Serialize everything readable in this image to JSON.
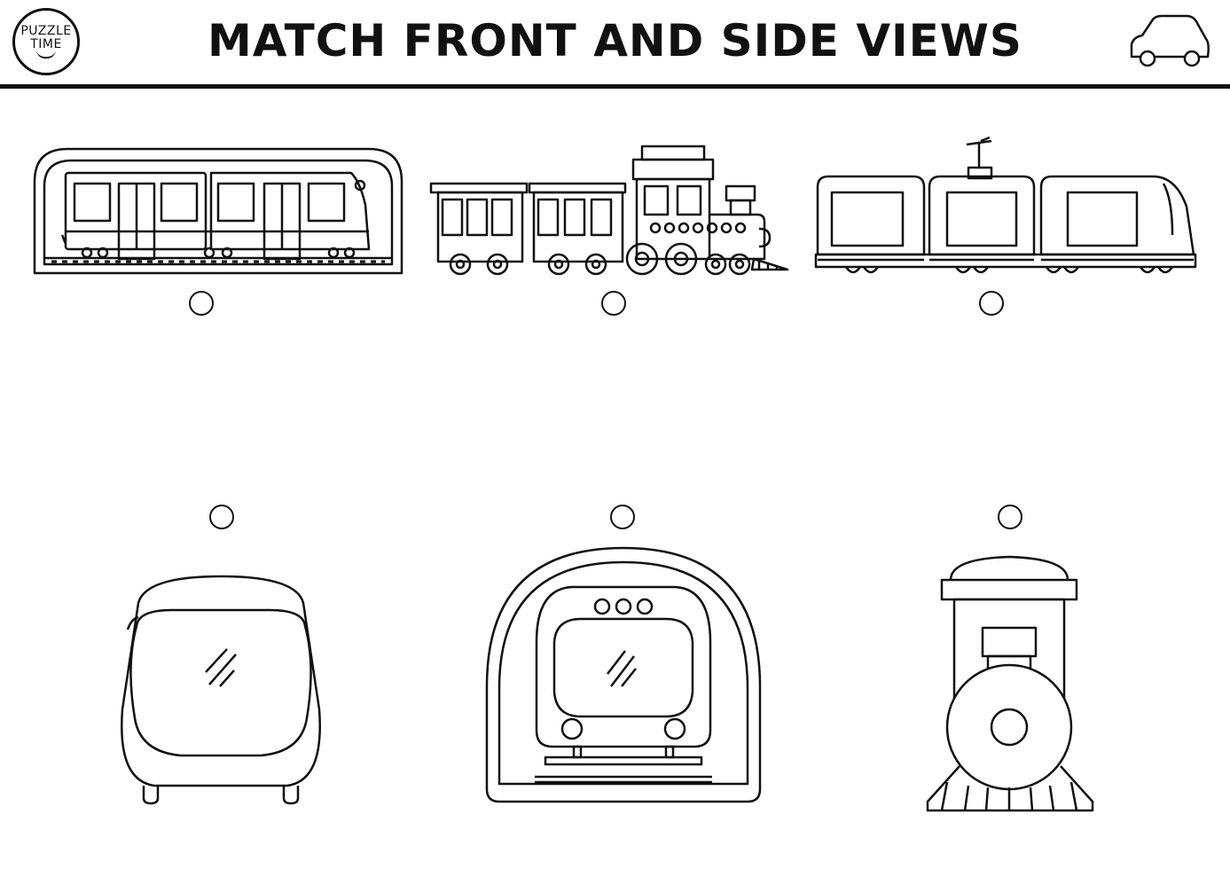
{
  "header": {
    "logo_line1": "PUZZLE",
    "logo_line2": "TIME",
    "title": "MATCH FRONT AND SIDE VIEWS",
    "corner_icon": "car-icon"
  },
  "side_views": [
    {
      "name": "subway-side-view",
      "icon": "subway-train-side-icon"
    },
    {
      "name": "steam-train-side-view",
      "icon": "steam-locomotive-side-icon"
    },
    {
      "name": "tram-side-view",
      "icon": "tram-side-icon"
    }
  ],
  "front_views": [
    {
      "name": "tram-front-view",
      "icon": "tram-front-icon"
    },
    {
      "name": "subway-front-view",
      "icon": "subway-train-front-icon"
    },
    {
      "name": "steam-train-front-view",
      "icon": "steam-locomotive-front-icon"
    }
  ],
  "colors": {
    "ink": "#111111",
    "paper": "#ffffff"
  }
}
